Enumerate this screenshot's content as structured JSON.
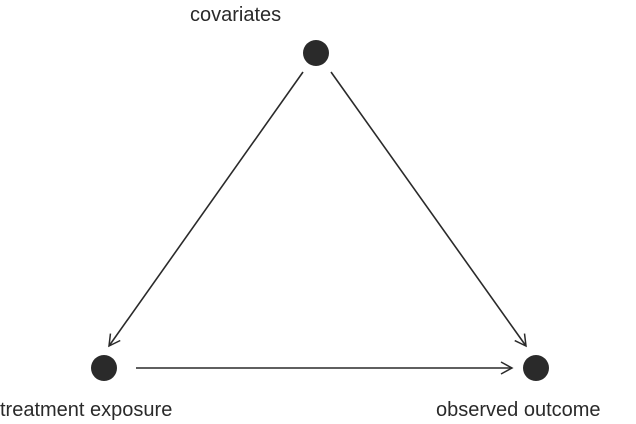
{
  "diagram": {
    "type": "directed-acyclic-graph",
    "nodes": [
      {
        "id": "covariates",
        "label": "covariates"
      },
      {
        "id": "treatment",
        "label": "treatment exposure"
      },
      {
        "id": "outcome",
        "label": "observed outcome"
      }
    ],
    "edges": [
      {
        "from": "covariates",
        "to": "treatment"
      },
      {
        "from": "covariates",
        "to": "outcome"
      },
      {
        "from": "treatment",
        "to": "outcome"
      }
    ],
    "colors": {
      "node_fill": "#2a2a2a",
      "edge_stroke": "#2a2a2a",
      "background": "#ffffff"
    }
  }
}
